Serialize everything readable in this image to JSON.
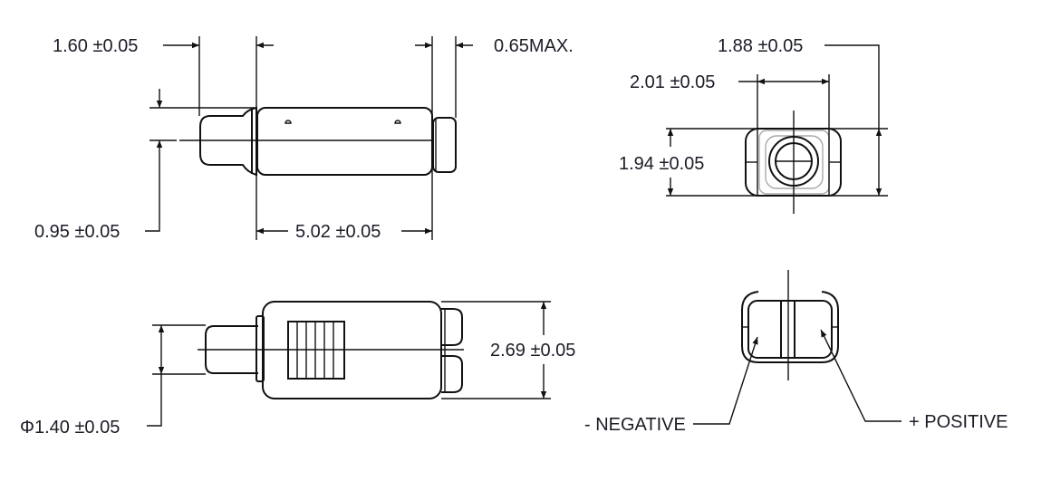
{
  "drawing": {
    "side_view": {
      "dim_pin_length": "1.60 ±0.05",
      "dim_cap_length": "0.65MAX.",
      "dim_pin_offset": "0.95 ±0.05",
      "dim_body_length": "5.02 ±0.05"
    },
    "end_view": {
      "dim_width": "1.88 ±0.05",
      "dim_inner_width": "2.01 ±0.05",
      "dim_height": "1.94 ±0.05"
    },
    "top_view": {
      "dim_body_height": "2.69 ±0.05",
      "dim_pin_diameter": "Φ1.40 ±0.05"
    },
    "terminal_view": {
      "label_negative": "- NEGATIVE",
      "label_positive": "+ POSITIVE"
    }
  }
}
